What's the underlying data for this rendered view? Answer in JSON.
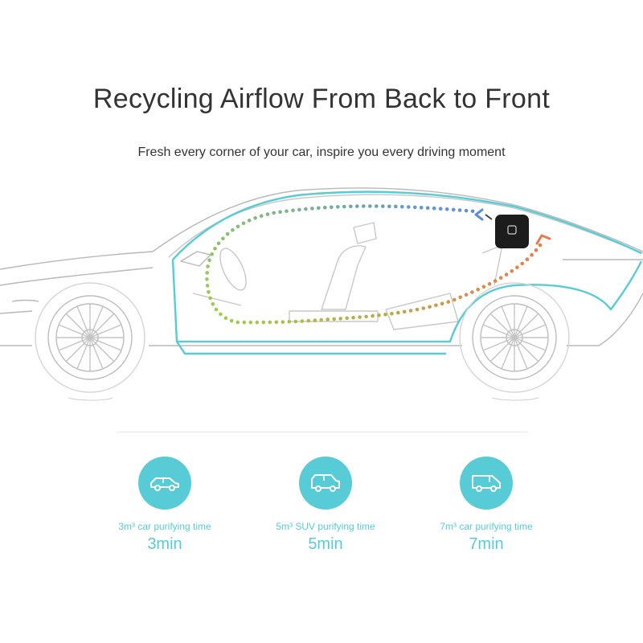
{
  "header": {
    "title": "Recycling Airflow From Back to Front",
    "subtitle": "Fresh every corner of your car, inspire you every driving moment"
  },
  "colors": {
    "accent": "#57cbd6",
    "car_outline": "#b3b3b3",
    "floor_line": "#57cbd6",
    "airflow_start": "#ea7a4a",
    "airflow_mid": "#9bd04b",
    "airflow_end": "#5b8fdb"
  },
  "stats": [
    {
      "icon": "sedan-icon",
      "label": "3m³ car purifying time",
      "value": "3min"
    },
    {
      "icon": "suv-icon",
      "label": "5m³ SUV purifying time",
      "value": "5min"
    },
    {
      "icon": "van-icon",
      "label": "7m³ car purifying time",
      "value": "7min"
    }
  ]
}
